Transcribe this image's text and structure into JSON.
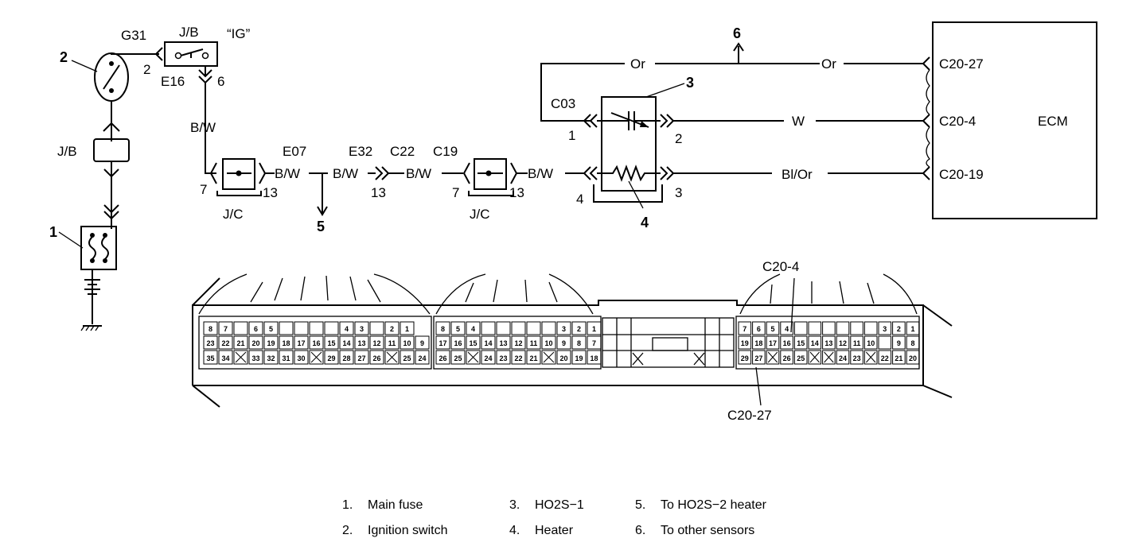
{
  "labels": {
    "g31": "G31",
    "jb_top": "J/B",
    "ig": "“IG”",
    "e16": "E16",
    "pin2_g31": "2",
    "pin6_e16": "6",
    "bw1": "B/W",
    "jb_left": "J/B",
    "e07": "E07",
    "bw2": "B/W",
    "jc1_7": "7",
    "jc1_13": "13",
    "jc1": "J/C",
    "e32": "E32",
    "bw3": "B/W",
    "e32_13": "13",
    "c22": "C22",
    "bw4": "B/W",
    "c19": "C19",
    "jc2_7": "7",
    "jc2_13": "13",
    "jc2": "J/C",
    "bw5": "B/W",
    "c03": "C03",
    "c03_1": "1",
    "c03_2": "2",
    "c03_3": "3",
    "c03_4": "4",
    "or_left": "Or",
    "or_right": "Or",
    "w": "W",
    "blor": "Bl/Or",
    "c20_27": "C20-27",
    "c20_4": "C20-4",
    "c20_19": "C20-19",
    "ecm": "ECM",
    "c20_4_conn": "C20-4",
    "c20_27_conn": "C20-27"
  },
  "callouts": {
    "n1": "1",
    "n2": "2",
    "n3": "3",
    "n4": "4",
    "n5": "5",
    "n6": "6"
  },
  "connector": {
    "left_row1": [
      "8",
      "7",
      "",
      "6",
      "5",
      "",
      "",
      "",
      "",
      "4",
      "3",
      "",
      "2",
      "1"
    ],
    "left_row2": [
      "23",
      "22",
      "21",
      "20",
      "19",
      "18",
      "17",
      "16",
      "15",
      "14",
      "13",
      "12",
      "11",
      "10",
      "9"
    ],
    "left_row3": [
      "35",
      "34",
      "",
      "33",
      "32",
      "31",
      "30",
      "",
      "29",
      "28",
      "27",
      "26",
      "",
      "25",
      "24"
    ],
    "mid_row1": [
      "8",
      "5",
      "4",
      "",
      "",
      "",
      "",
      "",
      "3",
      "2",
      "1"
    ],
    "mid_row2": [
      "17",
      "16",
      "15",
      "14",
      "13",
      "12",
      "11",
      "10",
      "9",
      "8",
      "7"
    ],
    "mid_row3": [
      "26",
      "25",
      "",
      "24",
      "23",
      "22",
      "21",
      "",
      "20",
      "19",
      "18"
    ],
    "right_row1": [
      "7",
      "6",
      "5",
      "4",
      "",
      "",
      "",
      "",
      "",
      "",
      "3",
      "2",
      "1"
    ],
    "right_row2": [
      "19",
      "18",
      "17",
      "16",
      "15",
      "14",
      "13",
      "12",
      "11",
      "10",
      "",
      "9",
      "8"
    ],
    "right_row3": [
      "29",
      "27",
      "",
      "26",
      "25",
      "",
      "",
      "24",
      "23",
      "",
      "22",
      "21",
      "20"
    ]
  },
  "legend": [
    {
      "n": "1.",
      "text": "Main fuse"
    },
    {
      "n": "3.",
      "text": "HO2S−1"
    },
    {
      "n": "5.",
      "text": "To HO2S−2 heater"
    },
    {
      "n": "2.",
      "text": "Ignition switch"
    },
    {
      "n": "4.",
      "text": "Heater"
    },
    {
      "n": "6.",
      "text": "To other sensors"
    }
  ]
}
